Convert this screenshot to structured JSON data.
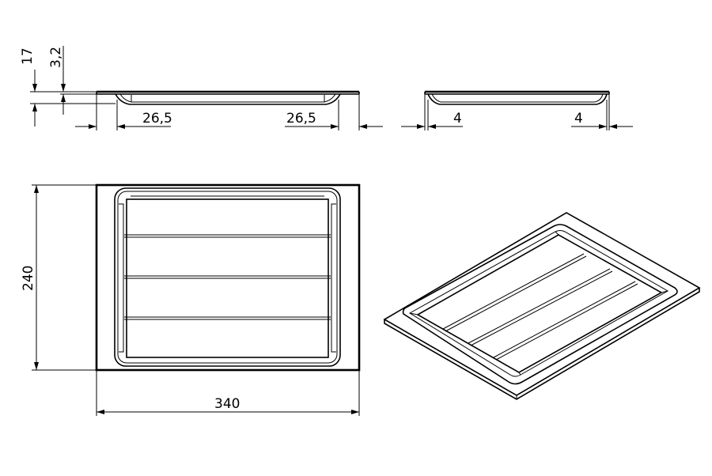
{
  "dimensions": {
    "height_17": "17",
    "thickness_3_2": "3,2",
    "front_left_26_5": "26,5",
    "front_right_26_5": "26,5",
    "side_left_4": "4",
    "side_right_4": "4",
    "depth_240": "240",
    "width_340": "340"
  }
}
